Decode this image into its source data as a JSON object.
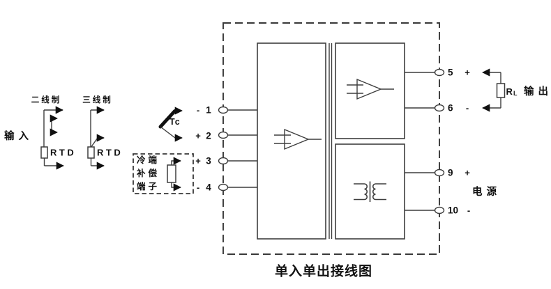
{
  "title": "单入单出接线图",
  "labels": {
    "input": "输入",
    "two_wire": "二线制",
    "three_wire": "三线制",
    "rtd_two_wire": "RTD",
    "rtd_three_wire": "RTD",
    "tc": "Tc",
    "cold_row1": "冷端",
    "cold_row2": "补偿",
    "cold_row3": "端子",
    "output": "输出",
    "power": "电源",
    "load_resistor": "R",
    "load_resistor_sub": "L"
  },
  "terminals": {
    "t1": {
      "sign": "-",
      "num": "1"
    },
    "t2": {
      "sign": "+",
      "num": "2"
    },
    "t3": {
      "sign": "+",
      "num": "3"
    },
    "t4": {
      "sign": "-",
      "num": "4"
    },
    "t5": {
      "num": "5",
      "sign": "+"
    },
    "t6": {
      "num": "6",
      "sign": "-"
    },
    "t9": {
      "num": "9",
      "sign": "+"
    },
    "t10": {
      "num": "10",
      "sign": "-"
    }
  },
  "colors": {
    "line": "#3d3d3d",
    "text": "#111111",
    "background": "#ffffff"
  }
}
